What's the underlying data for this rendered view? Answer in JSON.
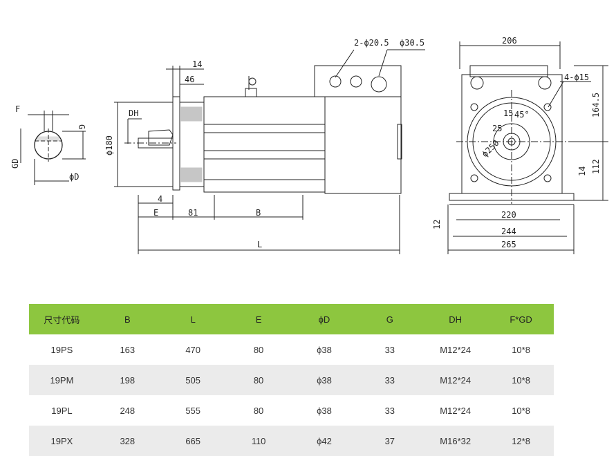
{
  "drawing": {
    "labels": {
      "F": "F",
      "G": "G",
      "GD": "GD",
      "D": "ϕD",
      "DH": "DH",
      "dia180": "ϕ180",
      "d14": "14",
      "d46": "46",
      "d4": "4",
      "E": "E",
      "d81": "81",
      "B": "B",
      "L": "L",
      "holes_top": "2-ϕ20.5",
      "dia30_5": "ϕ30.5",
      "d206": "206",
      "holes_side": "4-ϕ15",
      "d164_5": "164.5",
      "d112": "112",
      "d14b": "14",
      "d12": "12",
      "d220": "220",
      "d244": "244",
      "d265": "265",
      "a45": "45°",
      "r25": "25",
      "d250": "ϕ250",
      "d15": "15"
    }
  },
  "table": {
    "headers": [
      "尺寸代码",
      "B",
      "L",
      "E",
      "ϕD",
      "G",
      "DH",
      "F*GD"
    ],
    "rows": [
      [
        "19PS",
        "163",
        "470",
        "80",
        "ϕ38",
        "33",
        "M12*24",
        "10*8"
      ],
      [
        "19PM",
        "198",
        "505",
        "80",
        "ϕ38",
        "33",
        "M12*24",
        "10*8"
      ],
      [
        "19PL",
        "248",
        "555",
        "80",
        "ϕ38",
        "33",
        "M12*24",
        "10*8"
      ],
      [
        "19PX",
        "328",
        "665",
        "110",
        "ϕ42",
        "37",
        "M16*32",
        "12*8"
      ]
    ]
  }
}
